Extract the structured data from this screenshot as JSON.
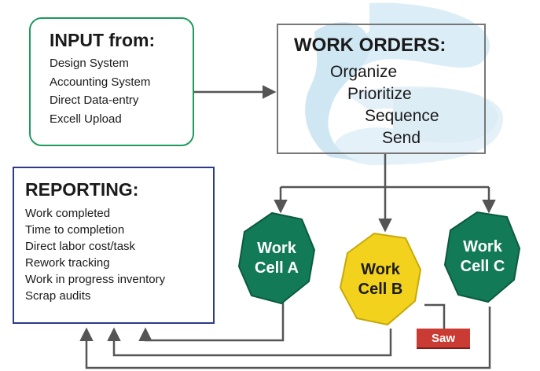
{
  "input": {
    "title": "INPUT from:",
    "items": [
      "Design System",
      "Accounting System",
      "Direct Data-entry",
      "Excell Upload"
    ]
  },
  "work_orders": {
    "title": "WORK ORDERS:",
    "steps": [
      "Organize",
      "Prioritize",
      "Sequence",
      "Send"
    ]
  },
  "reporting": {
    "title": "REPORTING:",
    "items": [
      "Work completed",
      "Time to completion",
      "Direct labor cost/task",
      "Rework tracking",
      "Work in progress inventory",
      "Scrap audits"
    ]
  },
  "cells": [
    {
      "line1": "Work",
      "line2": "Cell A",
      "color": "#127a57"
    },
    {
      "line1": "Work",
      "line2": "Cell B",
      "color": "#f2d21c"
    },
    {
      "line1": "Work",
      "line2": "Cell C",
      "color": "#127a57"
    }
  ],
  "saw": {
    "label": "Saw",
    "color": "#c93b33"
  },
  "colors": {
    "input_border": "#1e9a5c",
    "report_border": "#2b3a8a",
    "work_border": "#777777",
    "connector": "#555555",
    "logo_swirl": "#bfe0f0"
  }
}
